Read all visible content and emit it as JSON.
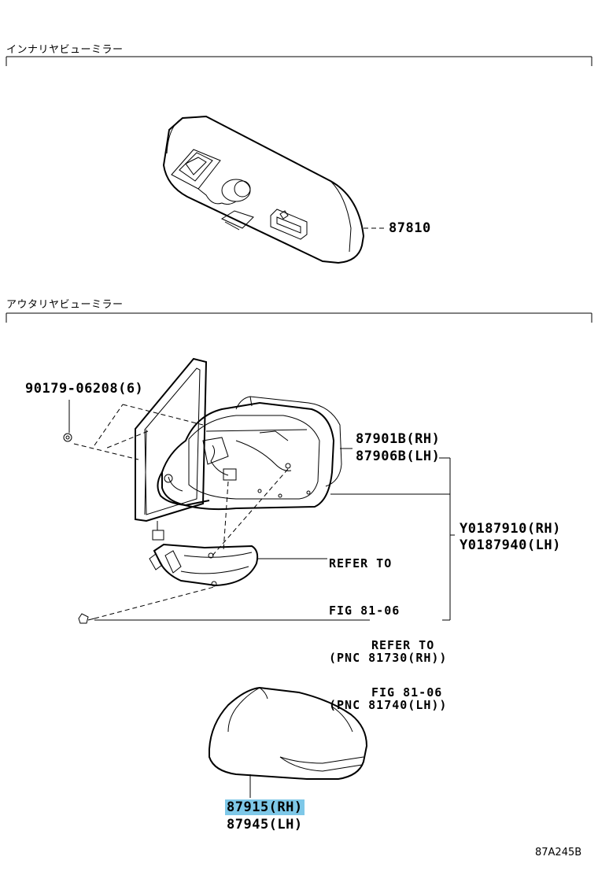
{
  "sections": {
    "inner_mirror_title": "インナリヤビューミラー",
    "outer_mirror_title": "アウタリヤビューミラー"
  },
  "parts": {
    "inner_mirror": "87810",
    "screw": "90179-06208(6)",
    "mirror_sub_rh": "87901B(RH)",
    "mirror_sub_lh": "87906B(LH)",
    "assy_rh": "Y0187910(RH)",
    "assy_lh": "Y0187940(LH)",
    "cover_rh": "87915(RH)",
    "cover_lh": "87945(LH)"
  },
  "references": {
    "ref1": [
      "REFER TO",
      "FIG 81-06",
      "(PNC 81730(RH))",
      "(PNC 81740(LH))"
    ],
    "ref2": [
      "REFER TO",
      "FIG 81-06"
    ]
  },
  "diagram_id": "87A245B"
}
